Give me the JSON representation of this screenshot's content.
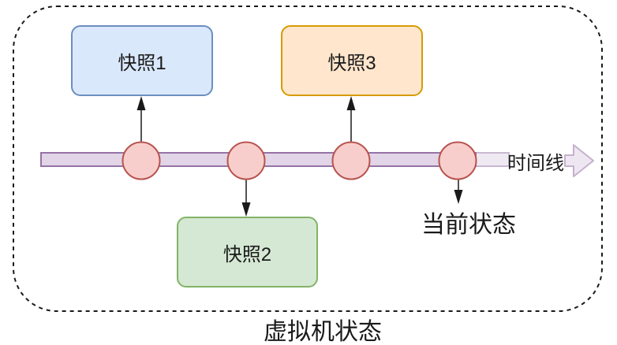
{
  "boundary": {
    "label": "虚拟机状态"
  },
  "timeline": {
    "label": "时间线",
    "node_count": 4
  },
  "snapshots": [
    {
      "label": "快照1",
      "position": "above-timeline",
      "fill": "#dae8fc",
      "border": "#6c8ebf"
    },
    {
      "label": "快照2",
      "position": "below-timeline",
      "fill": "#d5e8d4",
      "border": "#82b366"
    },
    {
      "label": "快照3",
      "position": "above-timeline",
      "fill": "#ffe6cc",
      "border": "#d79b00"
    }
  ],
  "current_state": {
    "label": "当前状态"
  },
  "colors": {
    "timeline_fill": "#e1d5e7",
    "timeline_border": "#9673a6",
    "node_fill": "#f8cecc",
    "node_border": "#b85450",
    "arrow": "#1a1a1a",
    "boundary_dash": "#1a1a1a"
  }
}
